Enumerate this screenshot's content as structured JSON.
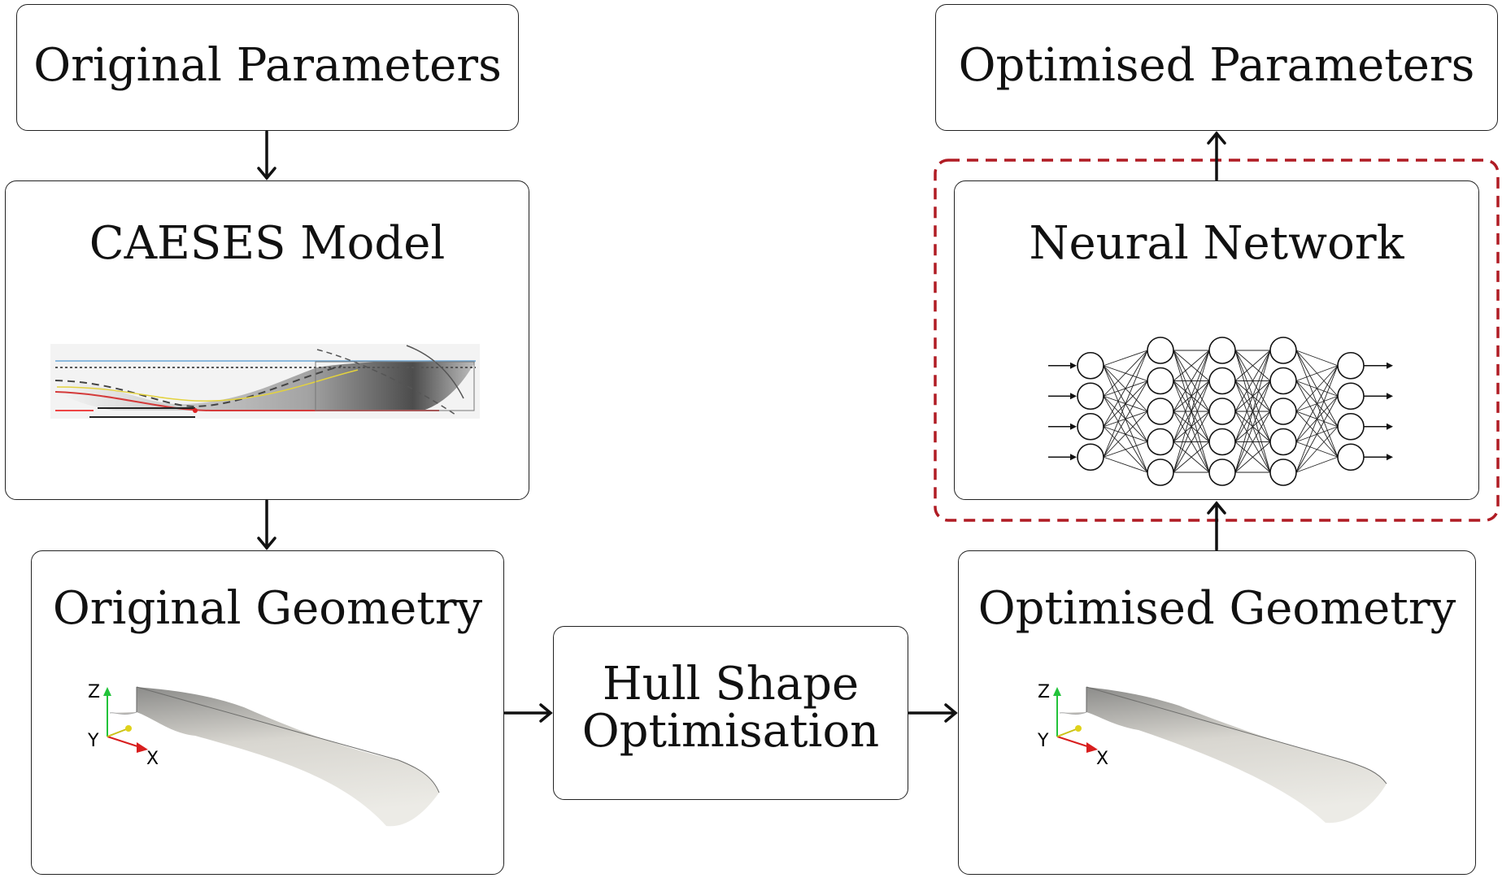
{
  "boxes": {
    "original_parameters": "Original Parameters",
    "optimised_parameters": "Optimised Parameters",
    "caeses_model": "CAESES Model",
    "neural_network": "Neural Network",
    "original_geometry": "Original Geometry",
    "optimised_geometry": "Optimised Geometry",
    "hull_shape_line1": "Hull Shape",
    "hull_shape_line2": "Optimisation"
  },
  "axes": {
    "z": "Z",
    "y": "Y",
    "x": "X"
  },
  "neural_net": {
    "layers": [
      4,
      5,
      5,
      5,
      4
    ]
  },
  "colors": {
    "border": "#222222",
    "dashed_frame": "#b01c24",
    "hull": "#e4e2dc",
    "axis_x": "#d81e1e",
    "axis_y": "#e0d21a",
    "axis_z": "#22c33a"
  }
}
